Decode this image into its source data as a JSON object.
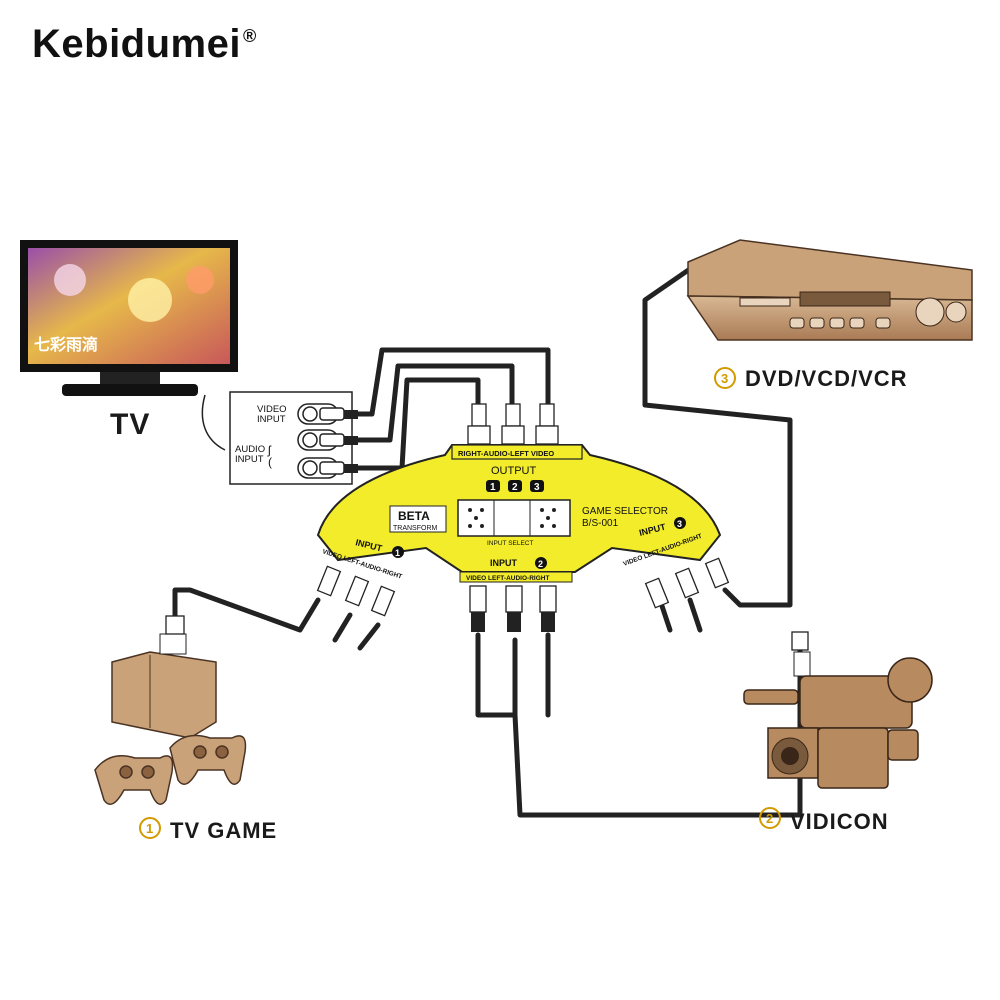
{
  "brand": {
    "name": "Kebidumei",
    "mark": "®"
  },
  "devices": {
    "tv": {
      "label": "TV",
      "screen_text": "七彩雨滴"
    },
    "dvd": {
      "number": "3",
      "label": "DVD/VCD/VCR"
    },
    "vidicon": {
      "number": "2",
      "label": "VIDICON"
    },
    "tv_game": {
      "number": "1",
      "label": "TV GAME"
    }
  },
  "tv_panel": {
    "video_input": [
      "VIDEO",
      "INPUT"
    ],
    "audio_input": [
      "AUDIO",
      "INPUT"
    ]
  },
  "selector": {
    "output_jack_label": "RIGHT-AUDIO-LEFT VIDEO",
    "output_label": "OUTPUT",
    "output_numbers": [
      "1",
      "2",
      "3"
    ],
    "brand": "BETA",
    "brand_sub": "TRANSFORM",
    "model_title": "GAME SELECTOR",
    "model": "B/S-001",
    "input_select": "INPUT SELECT",
    "input1": {
      "label": "INPUT",
      "number": "1",
      "jacks": "VIDEO LEFT-AUDIO-RIGHT"
    },
    "input2": {
      "label": "INPUT",
      "number": "2",
      "jacks": "VIDEO LEFT-AUDIO-RIGHT"
    },
    "input3": {
      "label": "INPUT",
      "number": "3",
      "jacks": "VIDEO LEFT-AUDIO-RIGHT"
    }
  },
  "colors": {
    "selector_yellow": "#f2ec2a",
    "device_tan": "#c9a27a",
    "cable": "#222222",
    "number_circle": "#d39a00"
  }
}
